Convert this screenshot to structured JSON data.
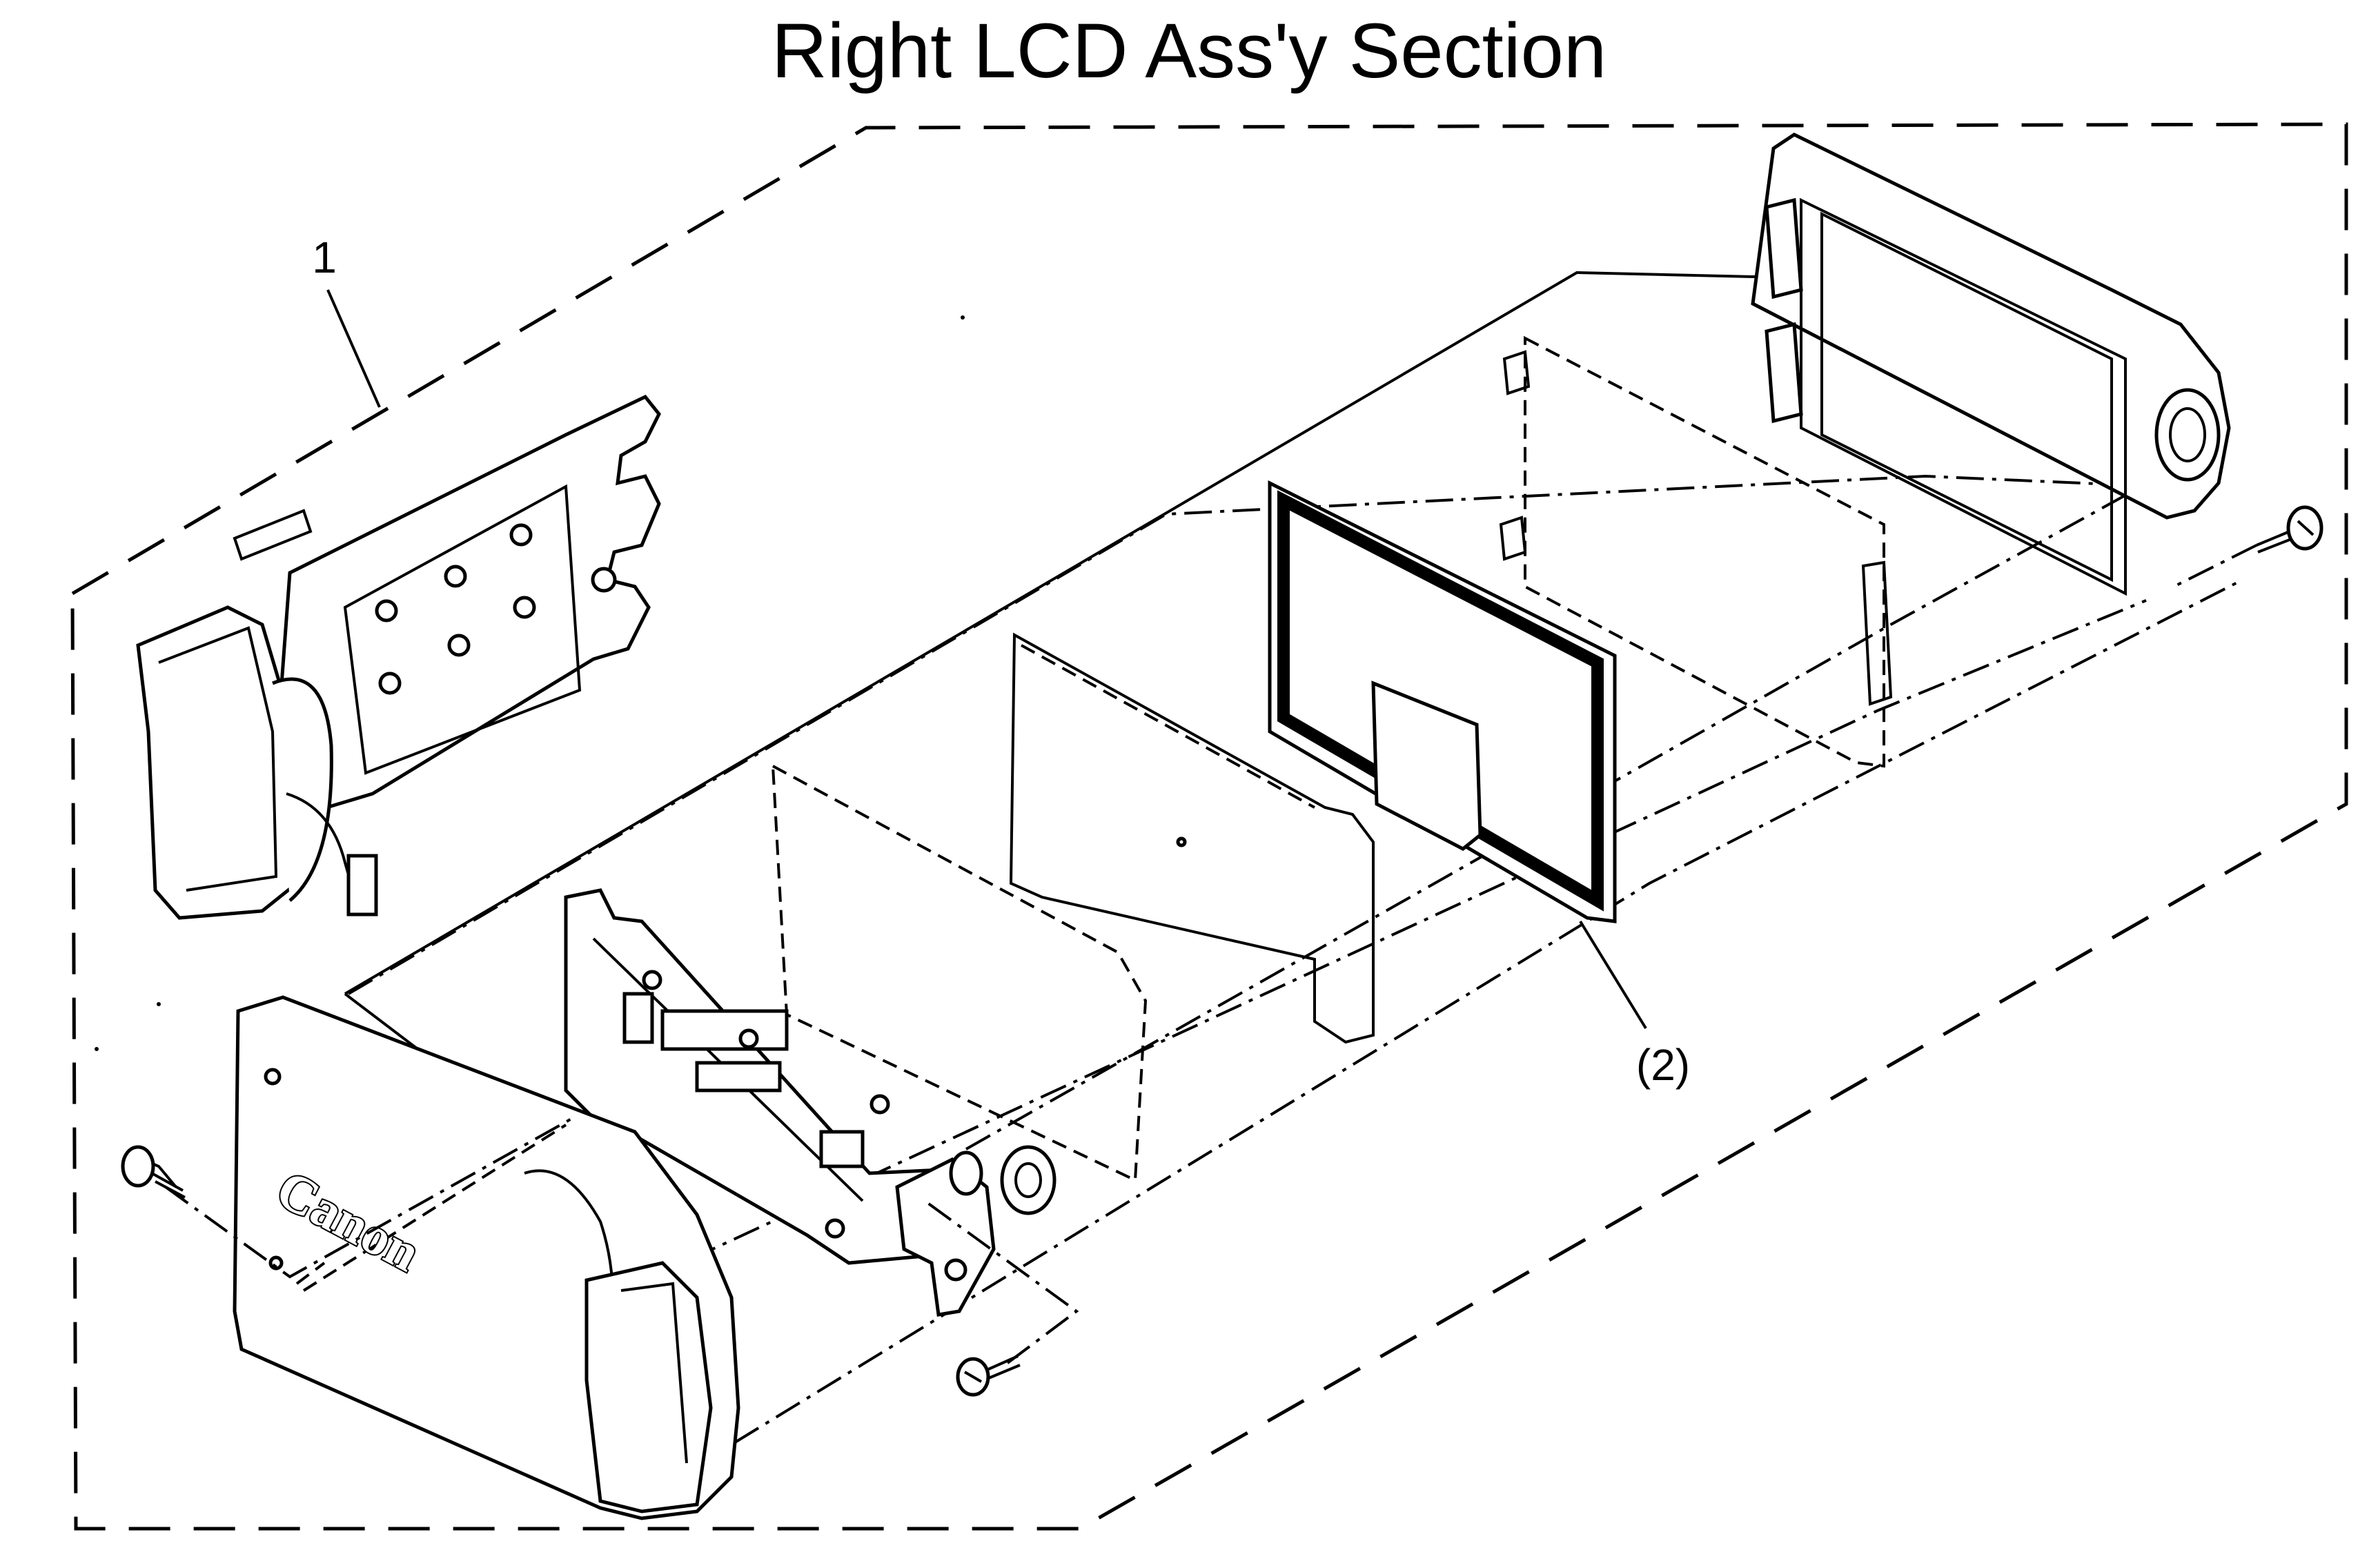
{
  "title": "Right LCD Ass'y Section",
  "callouts": {
    "part_1": "1",
    "part_2": "(2)"
  },
  "logo": {
    "text": "Canon"
  },
  "colors": {
    "line": "#000000",
    "background": "#ffffff"
  }
}
